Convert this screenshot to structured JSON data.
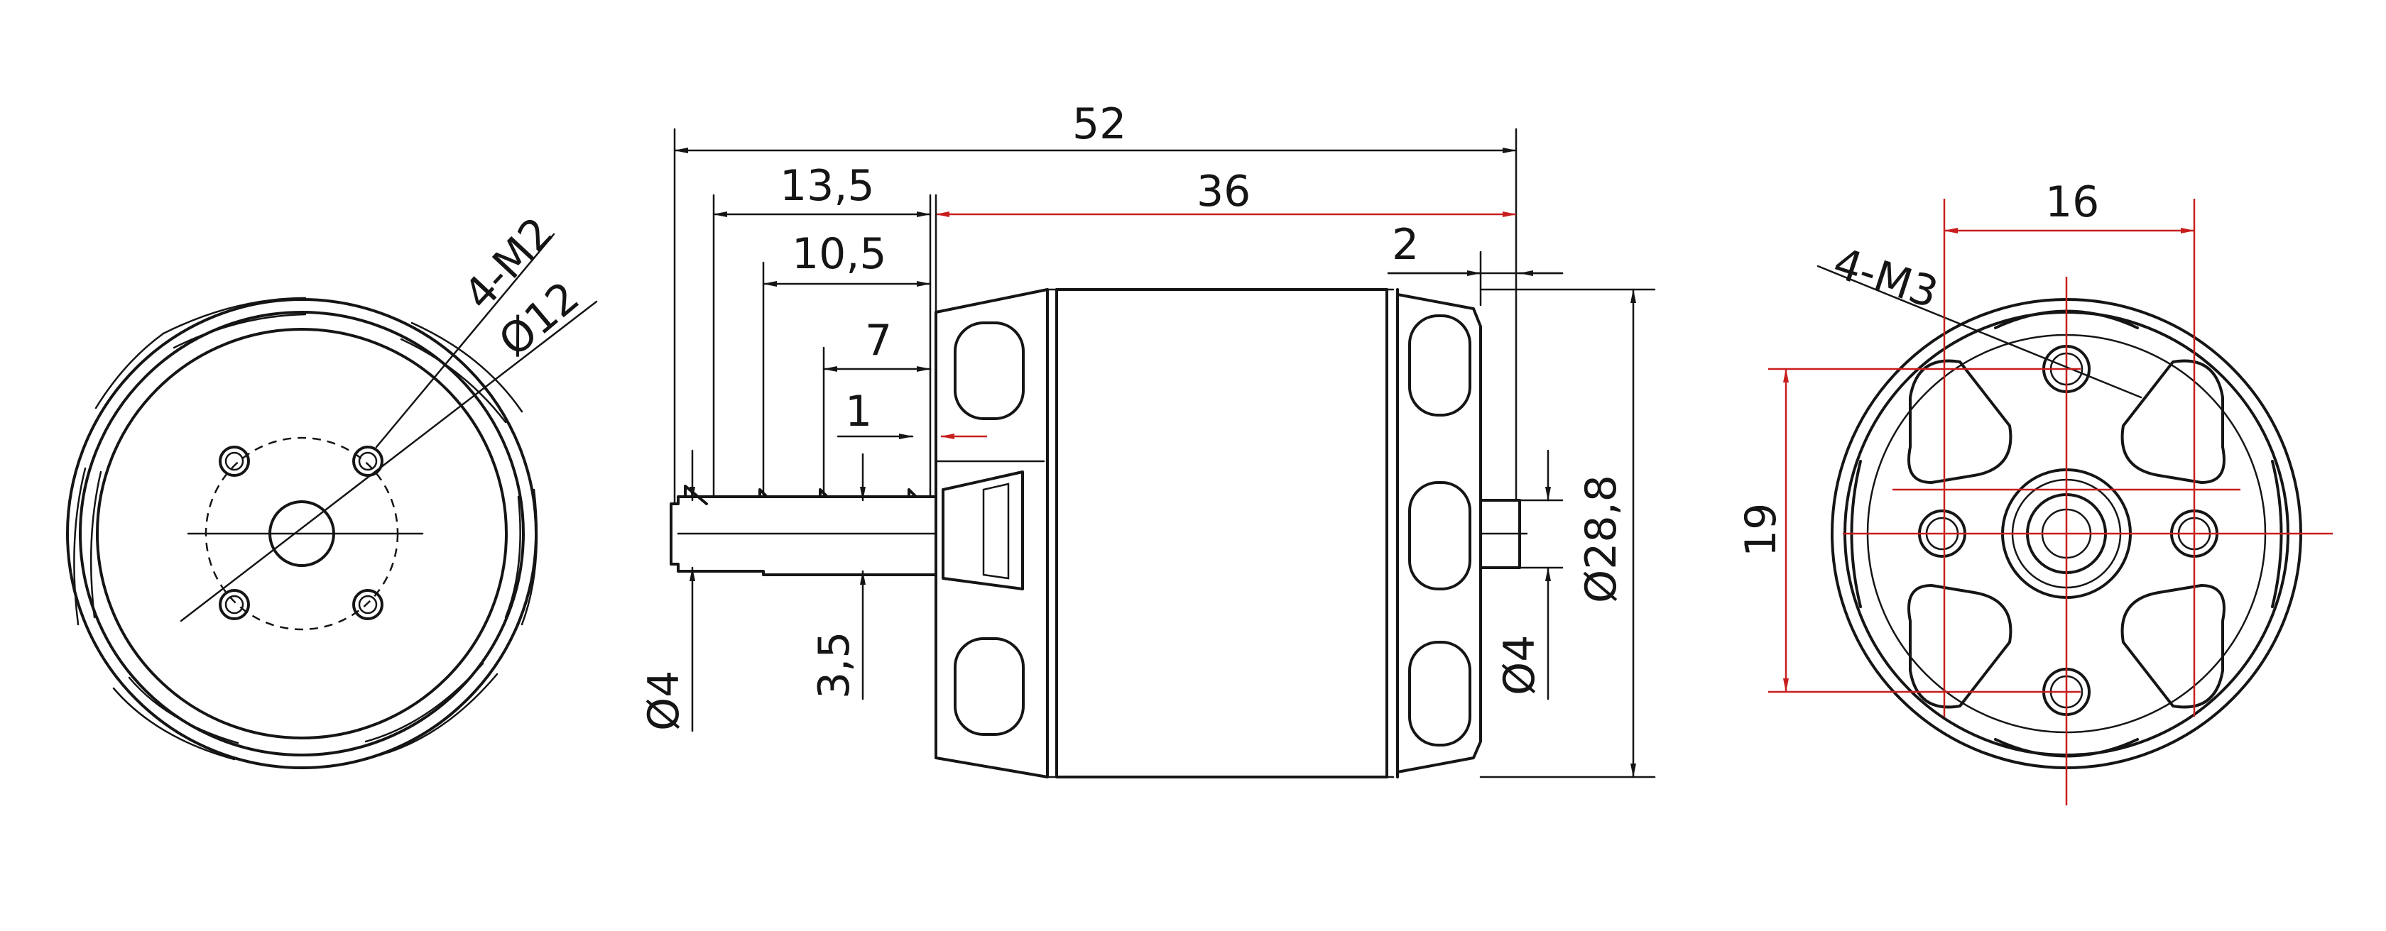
{
  "dimensions": {
    "total_length": "52",
    "shaft_to_mount": "13,5",
    "body_length": "36",
    "groove_to_mount": "10,5",
    "shaft_step": "7",
    "step_gap": "1",
    "rear_cap": "2",
    "shaft_dia_front": "Ø4",
    "flat_depth": "3,5",
    "shaft_dia_rear": "Ø4",
    "body_dia": "Ø28,8",
    "front_holes": "4-M2",
    "front_bolt_circle": "Ø12",
    "rear_holes": "4-M3",
    "rear_spacing_h": "16",
    "rear_spacing_v": "19"
  },
  "colors": {
    "line": "#151515",
    "accent": "#c81e1e"
  }
}
